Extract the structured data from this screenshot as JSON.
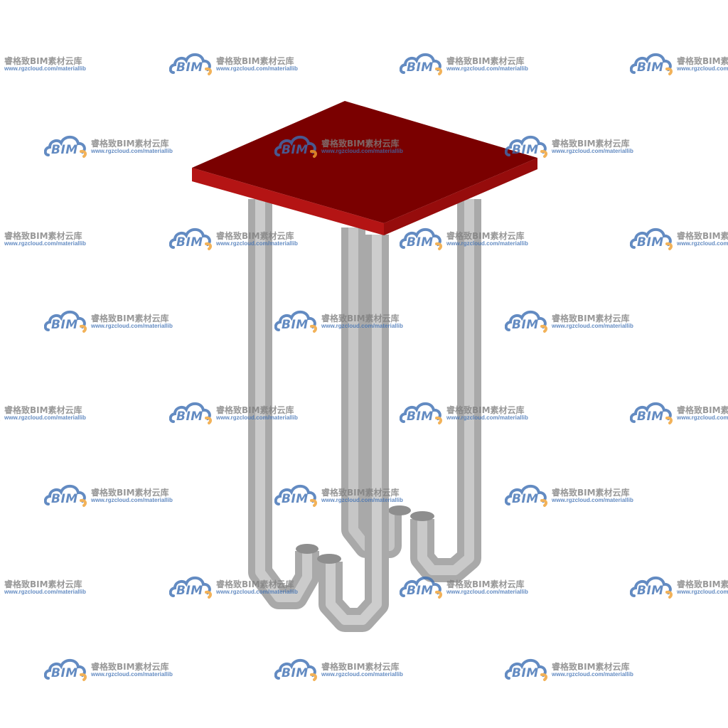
{
  "watermark": {
    "logo_text": "BIM",
    "brand_text": "睿格致BIM素材云库",
    "url_text": "www.rgzcloud.com/materiallib",
    "logo_color": "#3d6fb3",
    "accent_color": "#f0a030",
    "text_color": "#7f7f7f"
  },
  "model": {
    "plate_color": "#b01010",
    "plate_dark_color": "#7a0000",
    "rod_color": "#b9b9b9",
    "rod_shade_color": "#8e8e8e",
    "rod_highlight_color": "#dcdcdc"
  }
}
